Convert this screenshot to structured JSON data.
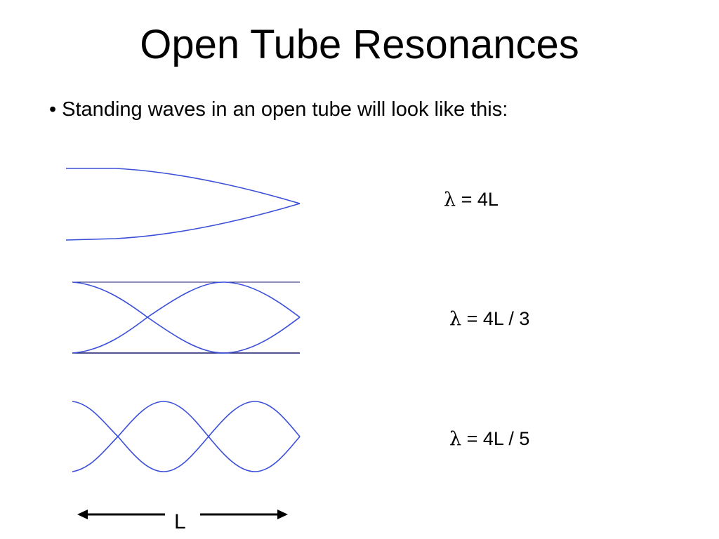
{
  "title": "Open Tube Resonances",
  "bullet": {
    "mark": "•",
    "text": "Standing waves in an open tube will look like this:"
  },
  "modes": [
    {
      "symbol": "λ",
      "relation": " = 4L",
      "harmonic": 1
    },
    {
      "symbol": "λ",
      "relation": " = 4L / 3",
      "harmonic": 3
    },
    {
      "symbol": "λ",
      "relation": " = 4L / 5",
      "harmonic": 5
    }
  ],
  "length_label": "L",
  "colors": {
    "wave": "#3b4fd8",
    "tube_wall": "#1a1a6e",
    "arrow": "#000000",
    "text": "#000000",
    "background": "#ffffff"
  }
}
